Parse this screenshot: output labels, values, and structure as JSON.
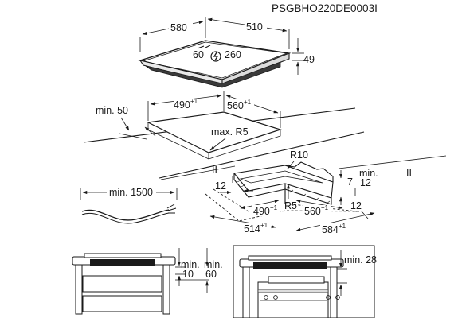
{
  "drawing_code": "PSGBHO220DE0003I",
  "hob": {
    "width": "580",
    "depth": "510",
    "height": "49",
    "power_left": "60",
    "power_right": "260"
  },
  "cutout": {
    "width": "490",
    "width_tol": "+1",
    "depth": "560",
    "depth_tol": "+1",
    "min_distance": "min. 50",
    "max_radius": "max. R5"
  },
  "frame": {
    "radius_top": "R10",
    "radius_inner": "R5",
    "left_offset": "12",
    "front_offset": "12",
    "height_7": "7",
    "min_label": "min.",
    "min_12": "12",
    "inner_width": "490",
    "inner_width_tol": "+1",
    "inner_depth": "560",
    "inner_depth_tol": "+1",
    "outer_width": "514",
    "outer_width_tol": "+1",
    "outer_depth": "584",
    "outer_depth_tol": "+1"
  },
  "cable": {
    "length": "min. 1500"
  },
  "install_left": {
    "min1": "min.",
    "val1": "10",
    "min2": "min.",
    "val2": "60"
  },
  "install_right": {
    "label": "min. 28"
  }
}
